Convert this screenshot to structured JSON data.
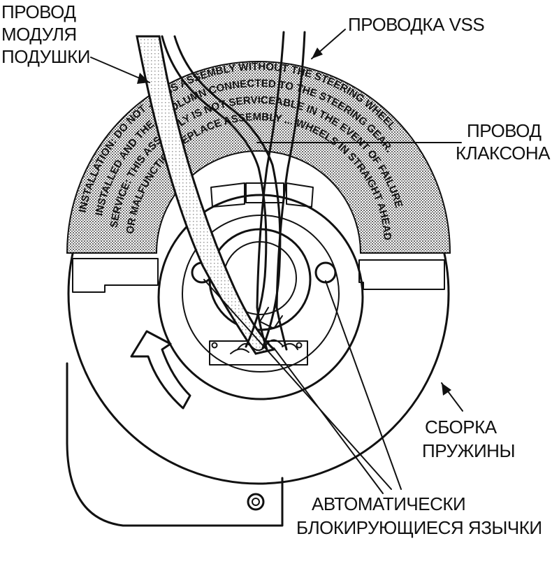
{
  "labels": {
    "airbag_wire": [
      "ПРОВОД",
      "МОДУЛЯ",
      "ПОДУШКИ"
    ],
    "vss_wiring": "ПРОВОДКА VSS",
    "horn_wire": [
      "ПРОВОД",
      "КЛАКСОНА"
    ],
    "spring_assembly": [
      "СБОРКА",
      "ПРУЖИНЫ"
    ],
    "locking_tabs": [
      "АВТОМАТИЧЕСКИ",
      "БЛОКИРУЮЩИЕСЯ ЯЗЫЧКИ"
    ]
  },
  "warning_text": {
    "line1": "INSTALLATION: DO NOT ... THIS ASSEMBLY WITHOUT THE STEERING WHEEL",
    "line2": "INSTALLED AND THE ... COLUMN CONNECTED TO THE STEERING GEAR.",
    "line3": "SERVICE: THIS ASSEMBLY IS NOT SERVICEABLE IN THE EVENT OF FAILURE",
    "line4": "OR MALFUNCTION REPLACE ASSEMBLY ... WHEELS IN STRAIGHT AHEAD POSITION"
  },
  "colors": {
    "ink": "#111111",
    "screen": "#9a9a9a",
    "paper": "#ffffff"
  }
}
